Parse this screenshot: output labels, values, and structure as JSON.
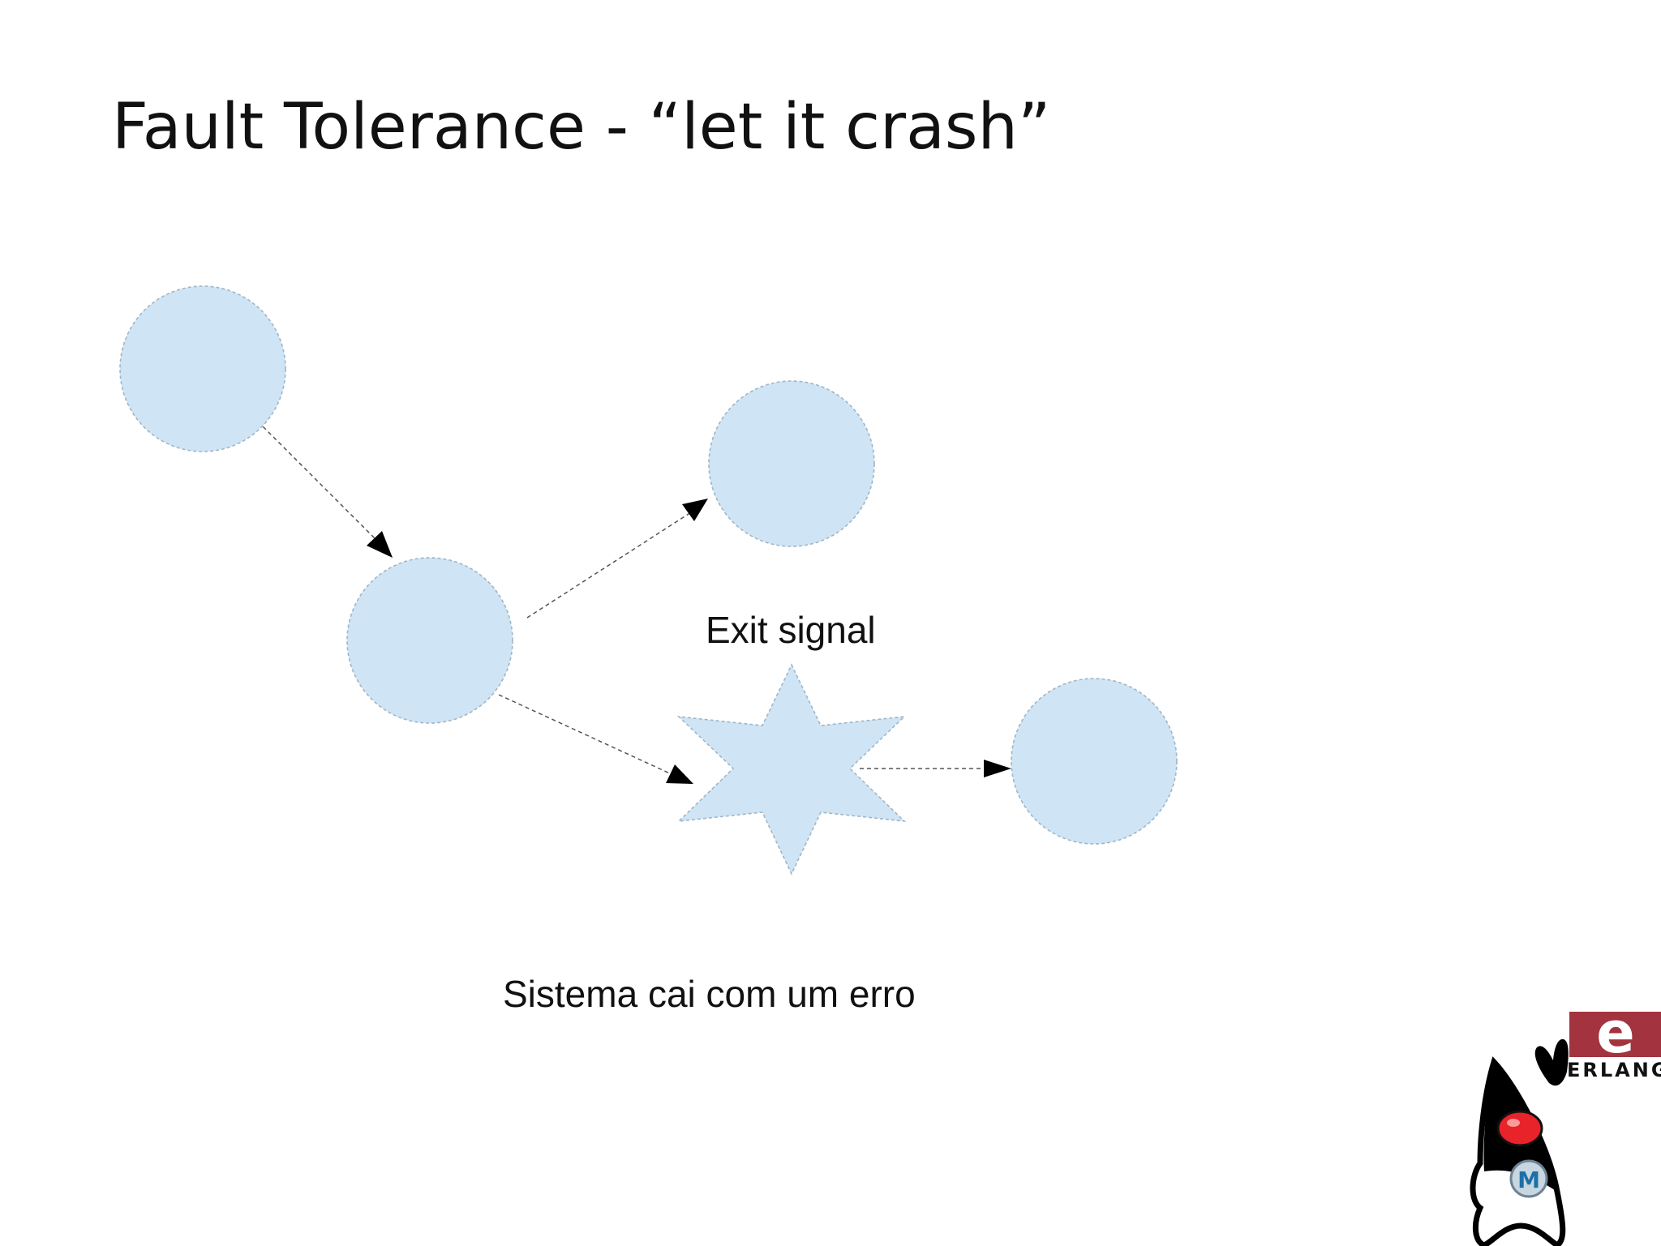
{
  "slide": {
    "title": "Fault Tolerance - “let it crash”",
    "exit_label": "Exit signal",
    "caption": "Sistema cai com um erro"
  },
  "logo": {
    "text": "ERLANG",
    "letter": "e",
    "badge": "M"
  },
  "colors": {
    "node_fill": "#cfe4f4",
    "node_stroke": "#9fb6c8",
    "arrow": "#000000",
    "erlang_brand": "#a2333f",
    "duke_nose": "#e8232a"
  }
}
